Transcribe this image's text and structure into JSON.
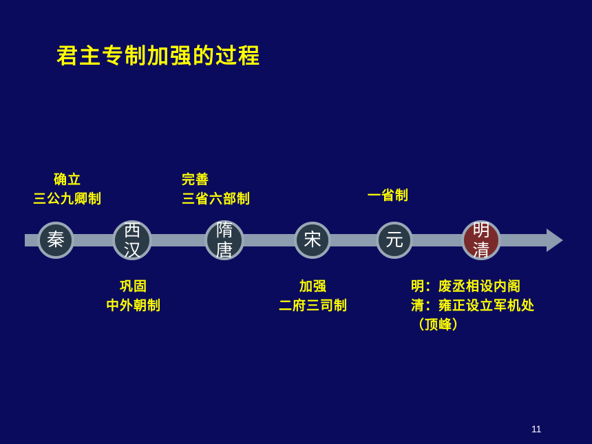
{
  "title": "君主专制加强的过程",
  "page_number": "11",
  "colors": {
    "background": "#0b0b5e",
    "text_highlight": "#ffff00",
    "arrow": "#8d9cae",
    "node_fill": "#2b3a47",
    "node_highlight": "#7a2a2a"
  },
  "timeline": {
    "nodes": [
      {
        "label": "秦"
      },
      {
        "label": "西\n汉"
      },
      {
        "label": "隋\n唐"
      },
      {
        "label": "宋"
      },
      {
        "label": "元"
      },
      {
        "label": "明\n清"
      }
    ],
    "above_labels": [
      {
        "line1": "确立",
        "line2": "三公九卿制"
      },
      {
        "line1": "完善",
        "line2": "三省六部制"
      },
      {
        "line1": "一省制"
      }
    ],
    "below_labels": [
      {
        "line1": "巩固",
        "line2": "中外朝制"
      },
      {
        "line1": "加强",
        "line2": "二府三司制"
      },
      {
        "line1": "明：废丞相设内阁",
        "line2": "清：雍正设立军机处",
        "line3": "（顶峰）"
      }
    ]
  }
}
